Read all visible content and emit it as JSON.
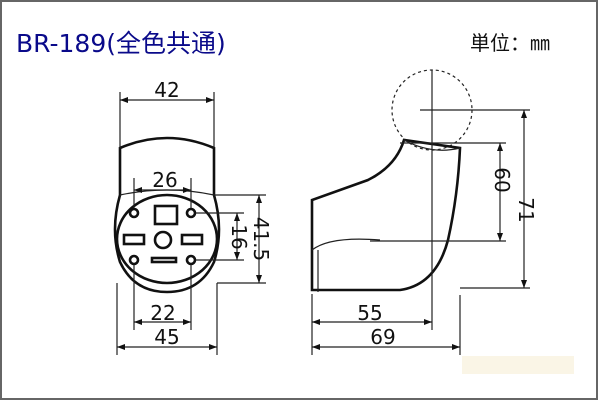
{
  "title": "BR-189(全色共通)",
  "unit": "単位：㎜",
  "front_view": {
    "dim_top_width": "42",
    "dim_hole_top": "26",
    "dim_hole_bottom": "22",
    "dim_bottom_width": "45",
    "dim_height_small": "16",
    "dim_height_large": "41.5"
  },
  "side_view": {
    "dim_height_mid": "60",
    "dim_height_total": "71",
    "dim_depth_short": "55",
    "dim_depth_total": "69"
  }
}
